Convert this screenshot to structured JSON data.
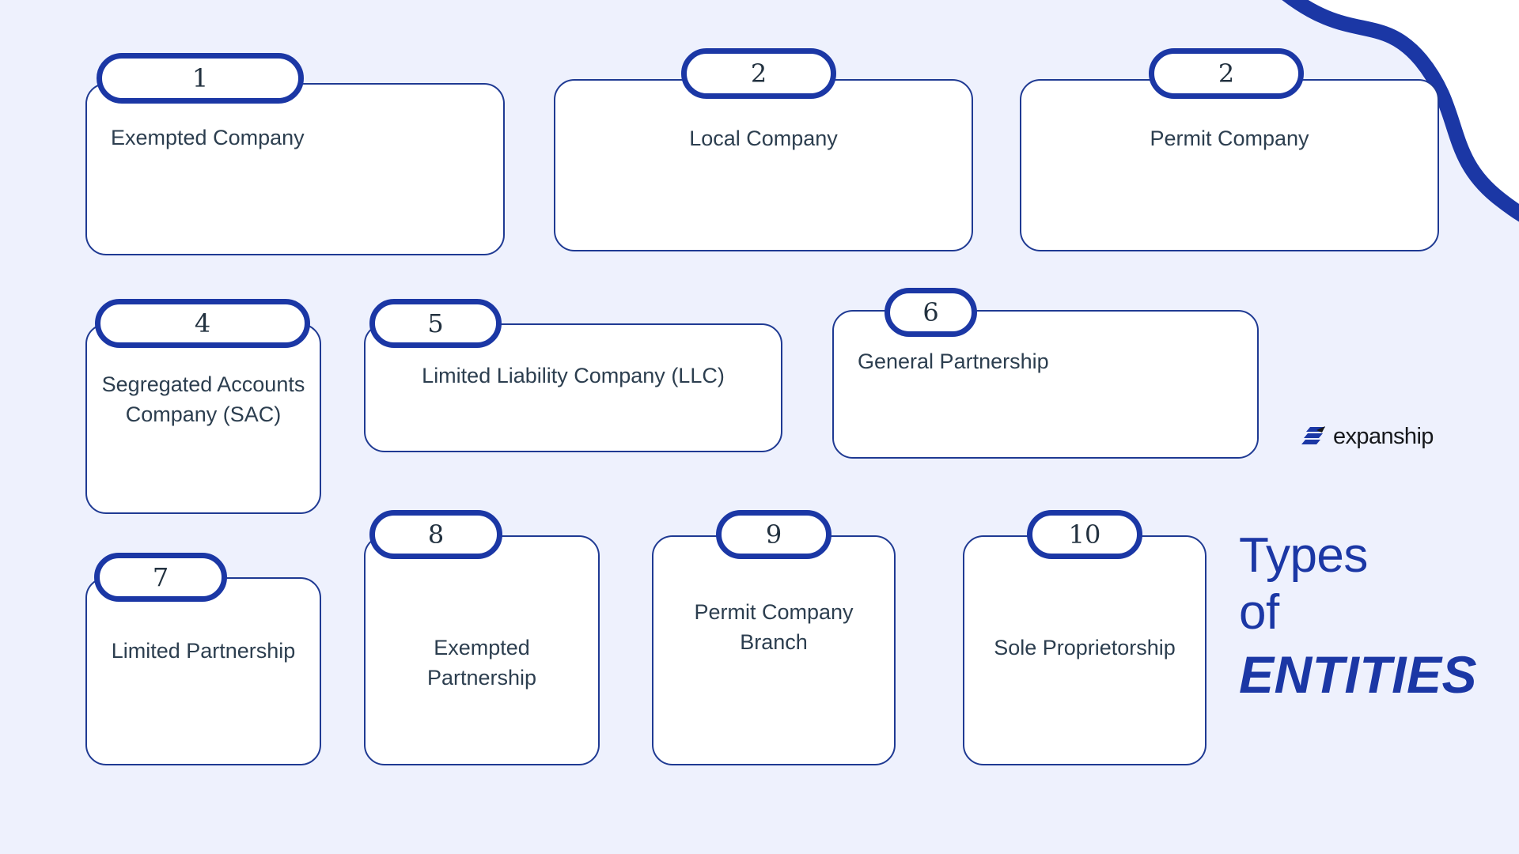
{
  "page": {
    "background_color": "#eef1fd",
    "accent_blue": "#1b37a5",
    "card_border_color": "#1f3a93",
    "text_color": "#2c3e4f"
  },
  "title": {
    "line1": "Types",
    "line2": "of",
    "emphasis": "ENTITIES"
  },
  "brand": {
    "name": "expanship",
    "mark": "stacked-bars-arrow-icon"
  },
  "decor": {
    "corner_swoosh": "blue-wave-curve"
  },
  "cards": [
    {
      "number": "1",
      "label": "Exempted Company"
    },
    {
      "number": "2",
      "label": "Local Company"
    },
    {
      "number": "2",
      "label": "Permit Company"
    },
    {
      "number": "4",
      "label": "Segregated Accounts Company (SAC)"
    },
    {
      "number": "5",
      "label": "Limited Liability Company (LLC)"
    },
    {
      "number": "6",
      "label": "General Partnership"
    },
    {
      "number": "7",
      "label": "Limited Partnership"
    },
    {
      "number": "8",
      "label": "Exempted Partnership"
    },
    {
      "number": "9",
      "label": "Permit Company Branch"
    },
    {
      "number": "10",
      "label": "Sole Proprietorship"
    }
  ]
}
